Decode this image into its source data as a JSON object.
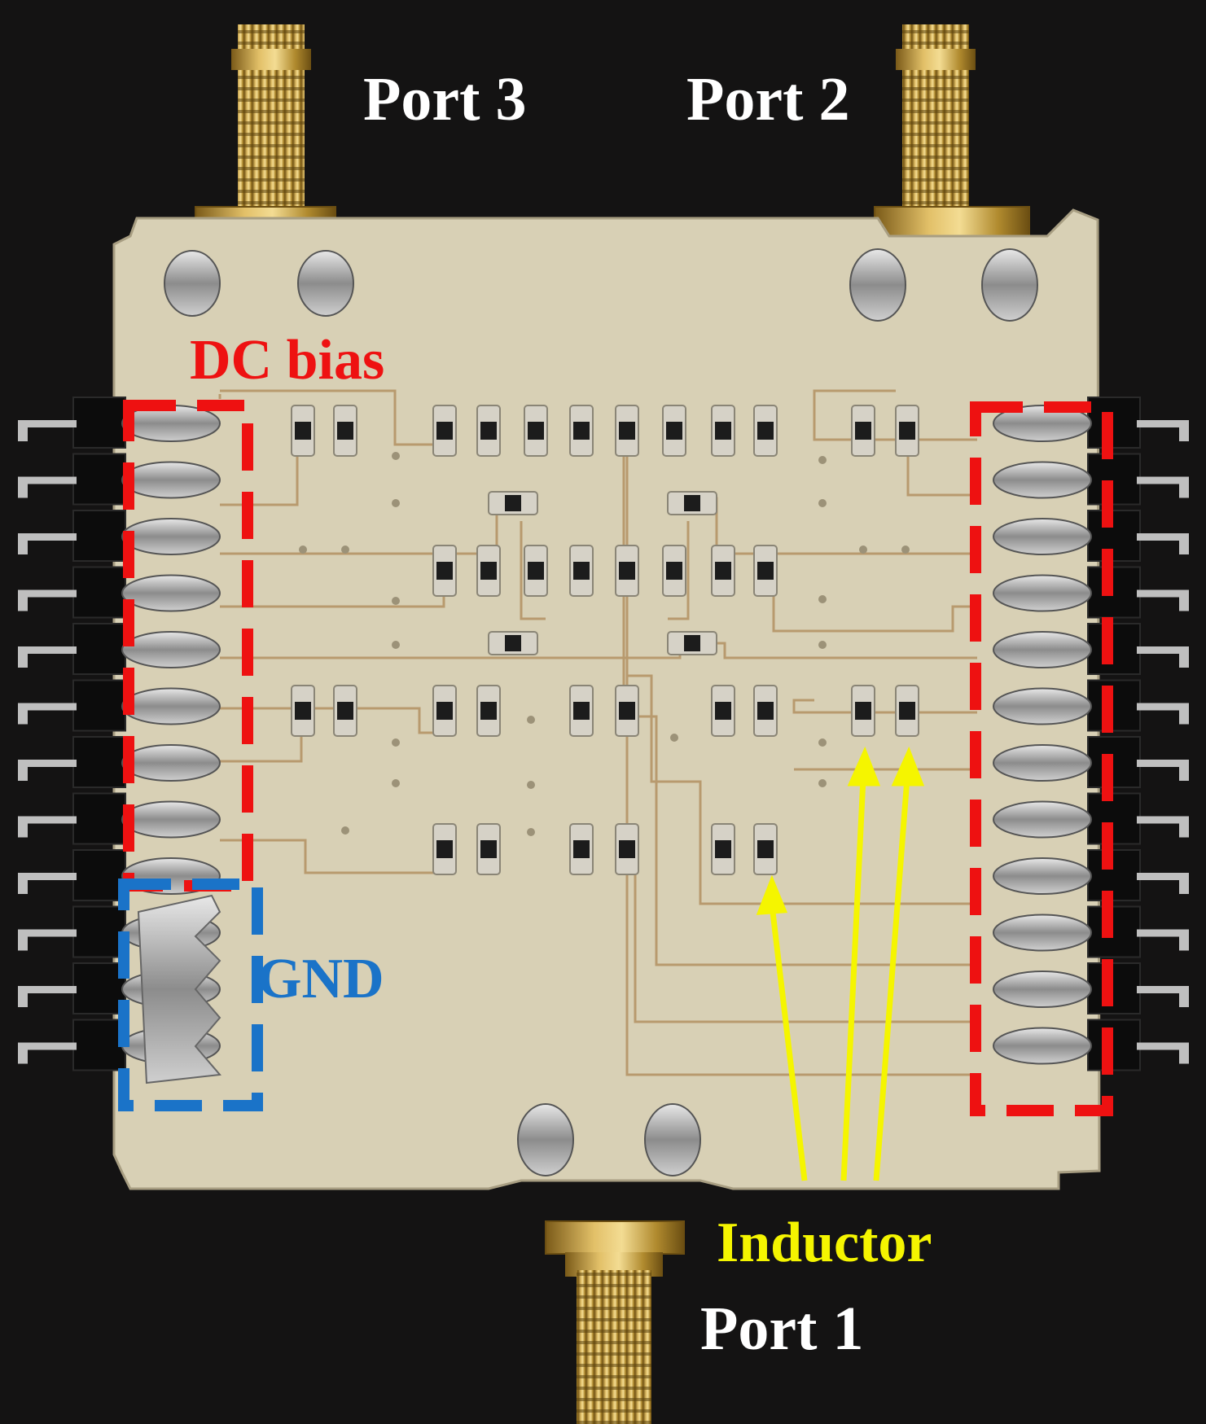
{
  "labels": {
    "port3": "Port 3",
    "port2": "Port 2",
    "port1": "Port 1",
    "dc_bias": "DC bias",
    "gnd": "GND",
    "inductor": "Inductor"
  },
  "colors": {
    "background": "#141313",
    "board": "#d8d0b5",
    "trace": "#b89a6e",
    "connector_gold": "#c9a13a",
    "dc_bias_box": "#ee1111",
    "gnd_box": "#1a73c8",
    "inductor_arrow": "#f5f500",
    "port_label": "#ffffff"
  },
  "annotations": {
    "dc_bias_box_style": "dashed",
    "gnd_box_style": "dashed",
    "inductor_arrow_count": 3
  },
  "pin_headers": {
    "left_pin_count": 12,
    "right_pin_count": 12
  }
}
